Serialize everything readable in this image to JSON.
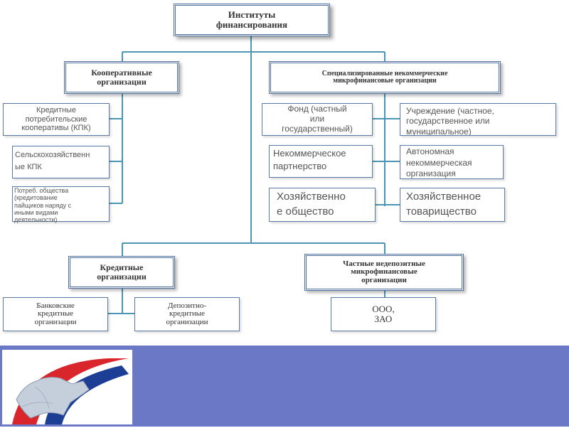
{
  "root": {
    "line1": "Институты",
    "line2": "финансирования"
  },
  "coop": {
    "line1": "Кооперативные",
    "line2": "организации"
  },
  "special": {
    "line1": "Специализированные некоммерческие",
    "line2": "микрофинансовые организации"
  },
  "credit": {
    "line1": "Кредитные",
    "line2": "организации"
  },
  "private": {
    "line1": "Частные недепозитные",
    "line2": "микрофинансовые",
    "line3": "организации"
  },
  "coop_children": {
    "kpk": {
      "line1": "Кредитные",
      "line2": "потребительские",
      "line3": "кооперативы (КПК)"
    },
    "agri": {
      "line1": "Сельскохозяйственн",
      "line2": "ые КПК"
    },
    "consumer": {
      "line1": "Потреб. общества",
      "line2": "(кредитование",
      "line3": "пайщиков наряду с",
      "line4": "иными видами",
      "line5": "деятельности)"
    }
  },
  "special_children": {
    "fund": {
      "line1": "Фонд (частный",
      "line2": "или",
      "line3": "государственный)"
    },
    "institution": {
      "line1": "Учреждение (частное,",
      "line2": "государственное или",
      "line3": "муниципальное)"
    },
    "nonprofit": {
      "line1": "Некоммерческое",
      "line2": "партнерство"
    },
    "autonomous": {
      "line1": "Автономная",
      "line2": "некоммерческая",
      "line3": "организация"
    },
    "company": {
      "line1": "Хозяйственно",
      "line2": "е общество"
    },
    "partnership": {
      "line1": "Хозяйственное",
      "line2": "товарищество"
    }
  },
  "credit_children": {
    "bank": {
      "line1": "Банковские",
      "line2": "кредитные",
      "line3": "организации"
    },
    "deposit": {
      "line1": "Депозитно-",
      "line2": "кредитные",
      "line3": "организации"
    }
  },
  "private_children": {
    "llc": {
      "line1": "ООО,",
      "line2": "ЗАО"
    }
  },
  "colors": {
    "connector": "#4a96b4",
    "footer": "#6a78c6",
    "box_border": "#5a7aa6",
    "logo_red": "#d8262c",
    "logo_blue": "#1c3e94"
  }
}
